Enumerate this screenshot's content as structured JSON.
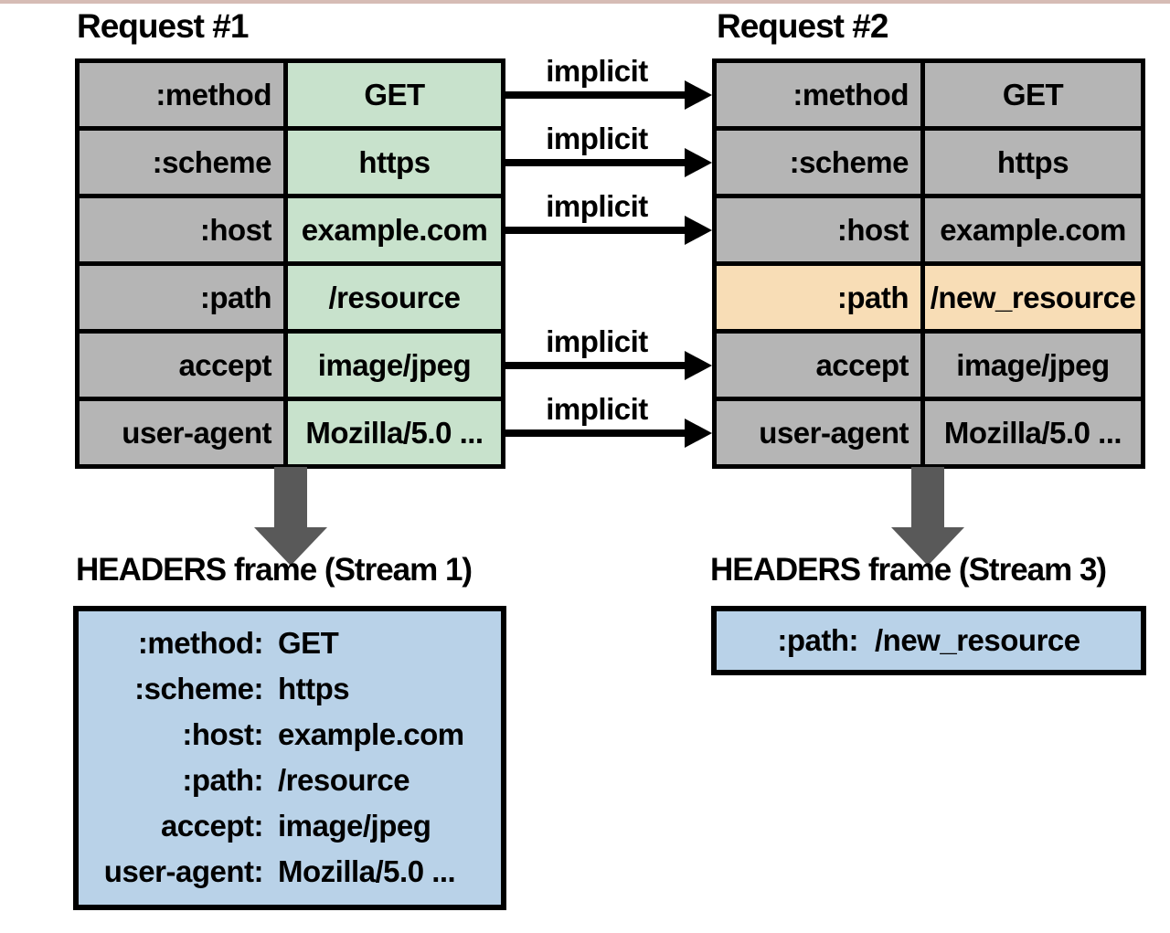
{
  "page": {
    "background": "#ffffff",
    "top_strip_color": "#d6bcb5"
  },
  "colors": {
    "gray_cell": "#b5b5b5",
    "green_cell": "#c8e2cc",
    "orange_cell": "#f8ddb6",
    "blue_box": "#b9d2e8",
    "big_arrow": "#595959",
    "line": "#000000"
  },
  "request1": {
    "title": "Request #1",
    "rows": [
      {
        "name": ":method",
        "value": "GET",
        "highlight": false
      },
      {
        "name": ":scheme",
        "value": "https",
        "highlight": false
      },
      {
        "name": ":host",
        "value": "example.com",
        "highlight": false
      },
      {
        "name": ":path",
        "value": "/resource",
        "highlight": false
      },
      {
        "name": "accept",
        "value": "image/jpeg",
        "highlight": false
      },
      {
        "name": "user-agent",
        "value": "Mozilla/5.0 ...",
        "highlight": false
      }
    ]
  },
  "request2": {
    "title": "Request #2",
    "rows": [
      {
        "name": ":method",
        "value": "GET",
        "highlight": false
      },
      {
        "name": ":scheme",
        "value": "https",
        "highlight": false
      },
      {
        "name": ":host",
        "value": "example.com",
        "highlight": false
      },
      {
        "name": ":path",
        "value": "/new_resource",
        "highlight": true
      },
      {
        "name": "accept",
        "value": "image/jpeg",
        "highlight": false
      },
      {
        "name": "user-agent",
        "value": "Mozilla/5.0 ...",
        "highlight": false
      }
    ]
  },
  "implicit_arrows": {
    "label": "implicit",
    "row_indexes": [
      0,
      1,
      2,
      4,
      5
    ]
  },
  "frame1": {
    "title": "HEADERS frame (Stream 1)",
    "entries": [
      {
        "name": ":method:",
        "value": "GET"
      },
      {
        "name": ":scheme:",
        "value": "https"
      },
      {
        "name": ":host:",
        "value": "example.com"
      },
      {
        "name": ":path:",
        "value": "/resource"
      },
      {
        "name": "accept:",
        "value": "image/jpeg"
      },
      {
        "name": "user-agent:",
        "value": "Mozilla/5.0 ..."
      }
    ]
  },
  "frame2": {
    "title": "HEADERS frame (Stream 3)",
    "entries": [
      {
        "name": ":path:",
        "value": "/new_resource"
      }
    ]
  }
}
